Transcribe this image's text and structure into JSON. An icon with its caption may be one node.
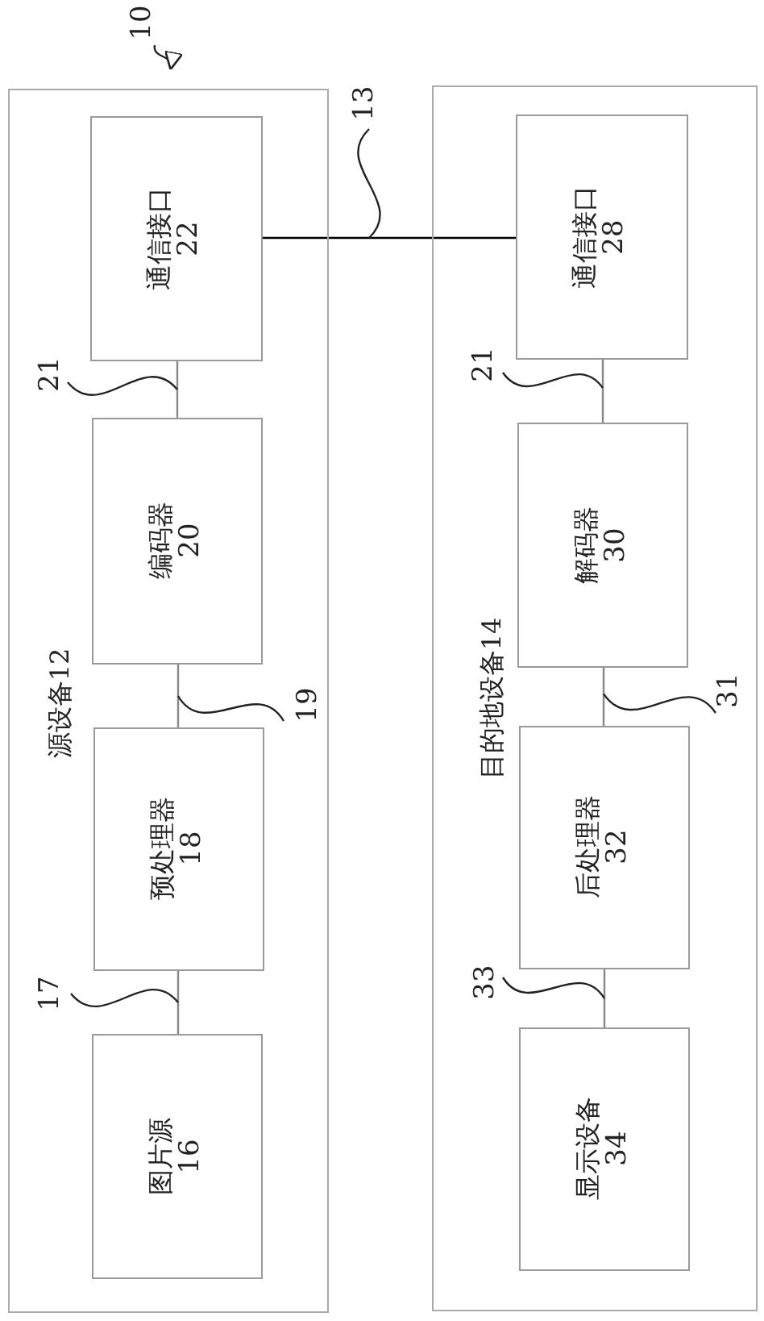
{
  "diagram": {
    "nodes": [
      {
        "text": [
          "源设备12"
        ]
      },
      {
        "text": [
          "通信接口",
          "22"
        ],
        "in": 0
      },
      {
        "text": [
          "编码器",
          "20"
        ],
        "in": 0
      },
      {
        "text": [
          "预处理器",
          "18"
        ],
        "in": 0
      },
      {
        "text": [
          "图片源",
          "16"
        ],
        "in": 0
      },
      {
        "text": [
          "目的地设备14"
        ]
      },
      {
        "text": [
          "通信接口",
          "28"
        ],
        "in": 5
      },
      {
        "text": [
          "解码器",
          "30"
        ],
        "in": 5
      },
      {
        "text": [
          "后处理器",
          "32"
        ],
        "in": 5
      },
      {
        "text": [
          "显示设备",
          "34"
        ],
        "in": 5
      },
      {
        "text": [
          "10"
        ]
      },
      {
        "text": [
          "13"
        ]
      },
      {
        "text": [
          "21"
        ],
        "in": 0
      },
      {
        "text": [
          "19"
        ],
        "in": 0
      },
      {
        "text": [
          "17"
        ],
        "in": 0
      },
      {
        "text": [
          "21"
        ],
        "in": 5
      },
      {
        "text": [
          "31"
        ],
        "in": 5
      },
      {
        "text": [
          "33"
        ],
        "in": 5
      }
    ],
    "edges": [
      {
        "from": 1,
        "to": 6,
        "arrow": "none",
        "color": "#000000"
      },
      {
        "from": 1,
        "to": 2,
        "arrow": "none",
        "color": "#888888"
      },
      {
        "from": 2,
        "to": 3,
        "arrow": "none",
        "color": "#888888"
      },
      {
        "from": 3,
        "to": 4,
        "arrow": "none",
        "color": "#888888"
      },
      {
        "from": 6,
        "to": 7,
        "arrow": "none",
        "color": "#888888"
      },
      {
        "from": 7,
        "to": 8,
        "arrow": "none",
        "color": "#888888"
      },
      {
        "from": 8,
        "to": 9,
        "arrow": "none",
        "color": "#888888"
      },
      {
        "from": 10,
        "to": null,
        "arrow": "to"
      },
      {
        "from": 11,
        "to": null,
        "arrow": "none"
      },
      {
        "from": 12,
        "to": null,
        "arrow": "none"
      },
      {
        "from": 13,
        "to": null,
        "arrow": "none"
      },
      {
        "from": 14,
        "to": null,
        "arrow": "none"
      },
      {
        "from": 15,
        "to": null,
        "arrow": "none"
      },
      {
        "from": 16,
        "to": null,
        "arrow": "none"
      },
      {
        "from": 17,
        "to": null,
        "arrow": "none"
      }
    ]
  }
}
